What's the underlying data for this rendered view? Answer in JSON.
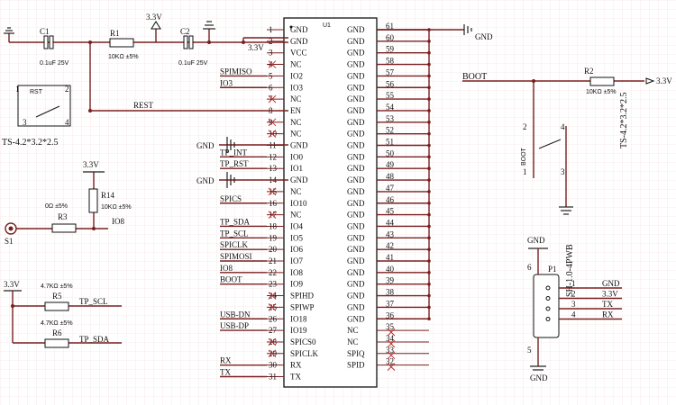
{
  "u1": {
    "designator": "U1",
    "left_pins": [
      {
        "num": "1",
        "name": "GND"
      },
      {
        "num": "2",
        "name": "GND"
      },
      {
        "num": "3",
        "name": "VCC"
      },
      {
        "num": "4",
        "name": "NC",
        "nc": true
      },
      {
        "num": "5",
        "name": "IO2"
      },
      {
        "num": "6",
        "name": "IO3"
      },
      {
        "num": "7",
        "name": "NC",
        "nc": true
      },
      {
        "num": "8",
        "name": "EN"
      },
      {
        "num": "9",
        "name": "NC",
        "nc": true
      },
      {
        "num": "10",
        "name": "NC",
        "nc": true
      },
      {
        "num": "11",
        "name": "GND"
      },
      {
        "num": "12",
        "name": "IO0"
      },
      {
        "num": "13",
        "name": "IO1"
      },
      {
        "num": "14",
        "name": "GND"
      },
      {
        "num": "15",
        "name": "NC",
        "nc": true
      },
      {
        "num": "16",
        "name": "IO10"
      },
      {
        "num": "17",
        "name": "NC",
        "nc": true
      },
      {
        "num": "18",
        "name": "IO4"
      },
      {
        "num": "19",
        "name": "IO5"
      },
      {
        "num": "20",
        "name": "IO6"
      },
      {
        "num": "21",
        "name": "IO7"
      },
      {
        "num": "22",
        "name": "IO8"
      },
      {
        "num": "23",
        "name": "IO9"
      },
      {
        "num": "24",
        "name": "SPIHD",
        "nc": true
      },
      {
        "num": "25",
        "name": "SPIWP",
        "nc": true
      },
      {
        "num": "26",
        "name": "IO18"
      },
      {
        "num": "27",
        "name": "IO19"
      },
      {
        "num": "28",
        "name": "SPICS0",
        "nc": true
      },
      {
        "num": "29",
        "name": "SPICLK",
        "nc": true
      },
      {
        "num": "30",
        "name": "RX"
      },
      {
        "num": "31",
        "name": "TX"
      }
    ],
    "right_pins": [
      {
        "num": "61",
        "name": "GND"
      },
      {
        "num": "60",
        "name": "GND"
      },
      {
        "num": "59",
        "name": "GND"
      },
      {
        "num": "58",
        "name": "GND"
      },
      {
        "num": "57",
        "name": "GND"
      },
      {
        "num": "56",
        "name": "GND"
      },
      {
        "num": "55",
        "name": "GND"
      },
      {
        "num": "54",
        "name": "GND"
      },
      {
        "num": "53",
        "name": "GND"
      },
      {
        "num": "52",
        "name": "GND"
      },
      {
        "num": "51",
        "name": "GND"
      },
      {
        "num": "50",
        "name": "GND"
      },
      {
        "num": "49",
        "name": "GND"
      },
      {
        "num": "48",
        "name": "GND"
      },
      {
        "num": "47",
        "name": "GND"
      },
      {
        "num": "46",
        "name": "GND"
      },
      {
        "num": "45",
        "name": "GND"
      },
      {
        "num": "44",
        "name": "GND"
      },
      {
        "num": "43",
        "name": "GND"
      },
      {
        "num": "42",
        "name": "GND"
      },
      {
        "num": "41",
        "name": "GND"
      },
      {
        "num": "40",
        "name": "GND"
      },
      {
        "num": "39",
        "name": "GND"
      },
      {
        "num": "38",
        "name": "GND"
      },
      {
        "num": "37",
        "name": "GND"
      },
      {
        "num": "36",
        "name": "GND"
      },
      {
        "num": "35",
        "name": "NC",
        "nc": true
      },
      {
        "num": "34",
        "name": "NC",
        "nc": true
      },
      {
        "num": "33",
        "name": "SPIQ",
        "nc": true
      },
      {
        "num": "32",
        "name": "SPID",
        "nc": true
      }
    ],
    "left_nets": [
      {
        "pin": "5",
        "label": "SPIMISO"
      },
      {
        "pin": "6",
        "label": "IO3"
      },
      {
        "pin": "12",
        "label": "TP_INT"
      },
      {
        "pin": "13",
        "label": "TP_RST"
      },
      {
        "pin": "16",
        "label": "SPICS"
      },
      {
        "pin": "18",
        "label": "TP_SDA"
      },
      {
        "pin": "19",
        "label": "TP_SCL"
      },
      {
        "pin": "20",
        "label": "SPICLK"
      },
      {
        "pin": "21",
        "label": "SPIMOSI"
      },
      {
        "pin": "22",
        "label": "IO8"
      },
      {
        "pin": "23",
        "label": "BOOT"
      },
      {
        "pin": "26",
        "label": "USB-DN"
      },
      {
        "pin": "27",
        "label": "USB-DP"
      },
      {
        "pin": "30",
        "label": "RX"
      },
      {
        "pin": "31",
        "label": "TX"
      }
    ]
  },
  "nets": {
    "gnd": "GND",
    "gnd_short": "GND",
    "v3v3": "3.3V",
    "rest": "REST",
    "boot": "BOOT",
    "io8": "IO8",
    "tp_scl": "TP_SCL",
    "tp_sda": "TP_SDA"
  },
  "parts": {
    "c1": {
      "ref": "C1",
      "value": "0.1uF 25V"
    },
    "c2": {
      "ref": "C2",
      "value": "0.1uF 25V"
    },
    "r1": {
      "ref": "R1",
      "value": "10KΩ ±5%"
    },
    "r2": {
      "ref": "R2",
      "value": "10KΩ ±5%"
    },
    "r3": {
      "ref": "R3",
      "value": "0Ω ±5%"
    },
    "r14": {
      "ref": "R14",
      "value": "10KΩ ±5%"
    },
    "r5": {
      "ref": "R5",
      "value": "4.7KΩ ±5%"
    },
    "r6": {
      "ref": "R6",
      "value": "4.7KΩ ±5%"
    },
    "s1": {
      "ref": "S1"
    }
  },
  "switches": {
    "rst": {
      "label": "RST",
      "part": "TS-4.2*3.2*2.5",
      "pin1": "1",
      "pin2": "2",
      "pin3": "3",
      "pin4": "4"
    },
    "boot": {
      "label": "BOOT",
      "part": "TS-4.2*3.2*2.5",
      "pin1": "1",
      "pin2": "2",
      "pin3": "3",
      "pin4": "4"
    }
  },
  "connector": {
    "ref": "P1",
    "part": "SH-1.0-4PWB",
    "pin5": "5",
    "pin6": "6",
    "pins": [
      {
        "num": "1",
        "net": "GND"
      },
      {
        "num": "2",
        "net": "3.3V"
      },
      {
        "num": "3",
        "net": "TX"
      },
      {
        "num": "4",
        "net": "RX"
      }
    ]
  }
}
